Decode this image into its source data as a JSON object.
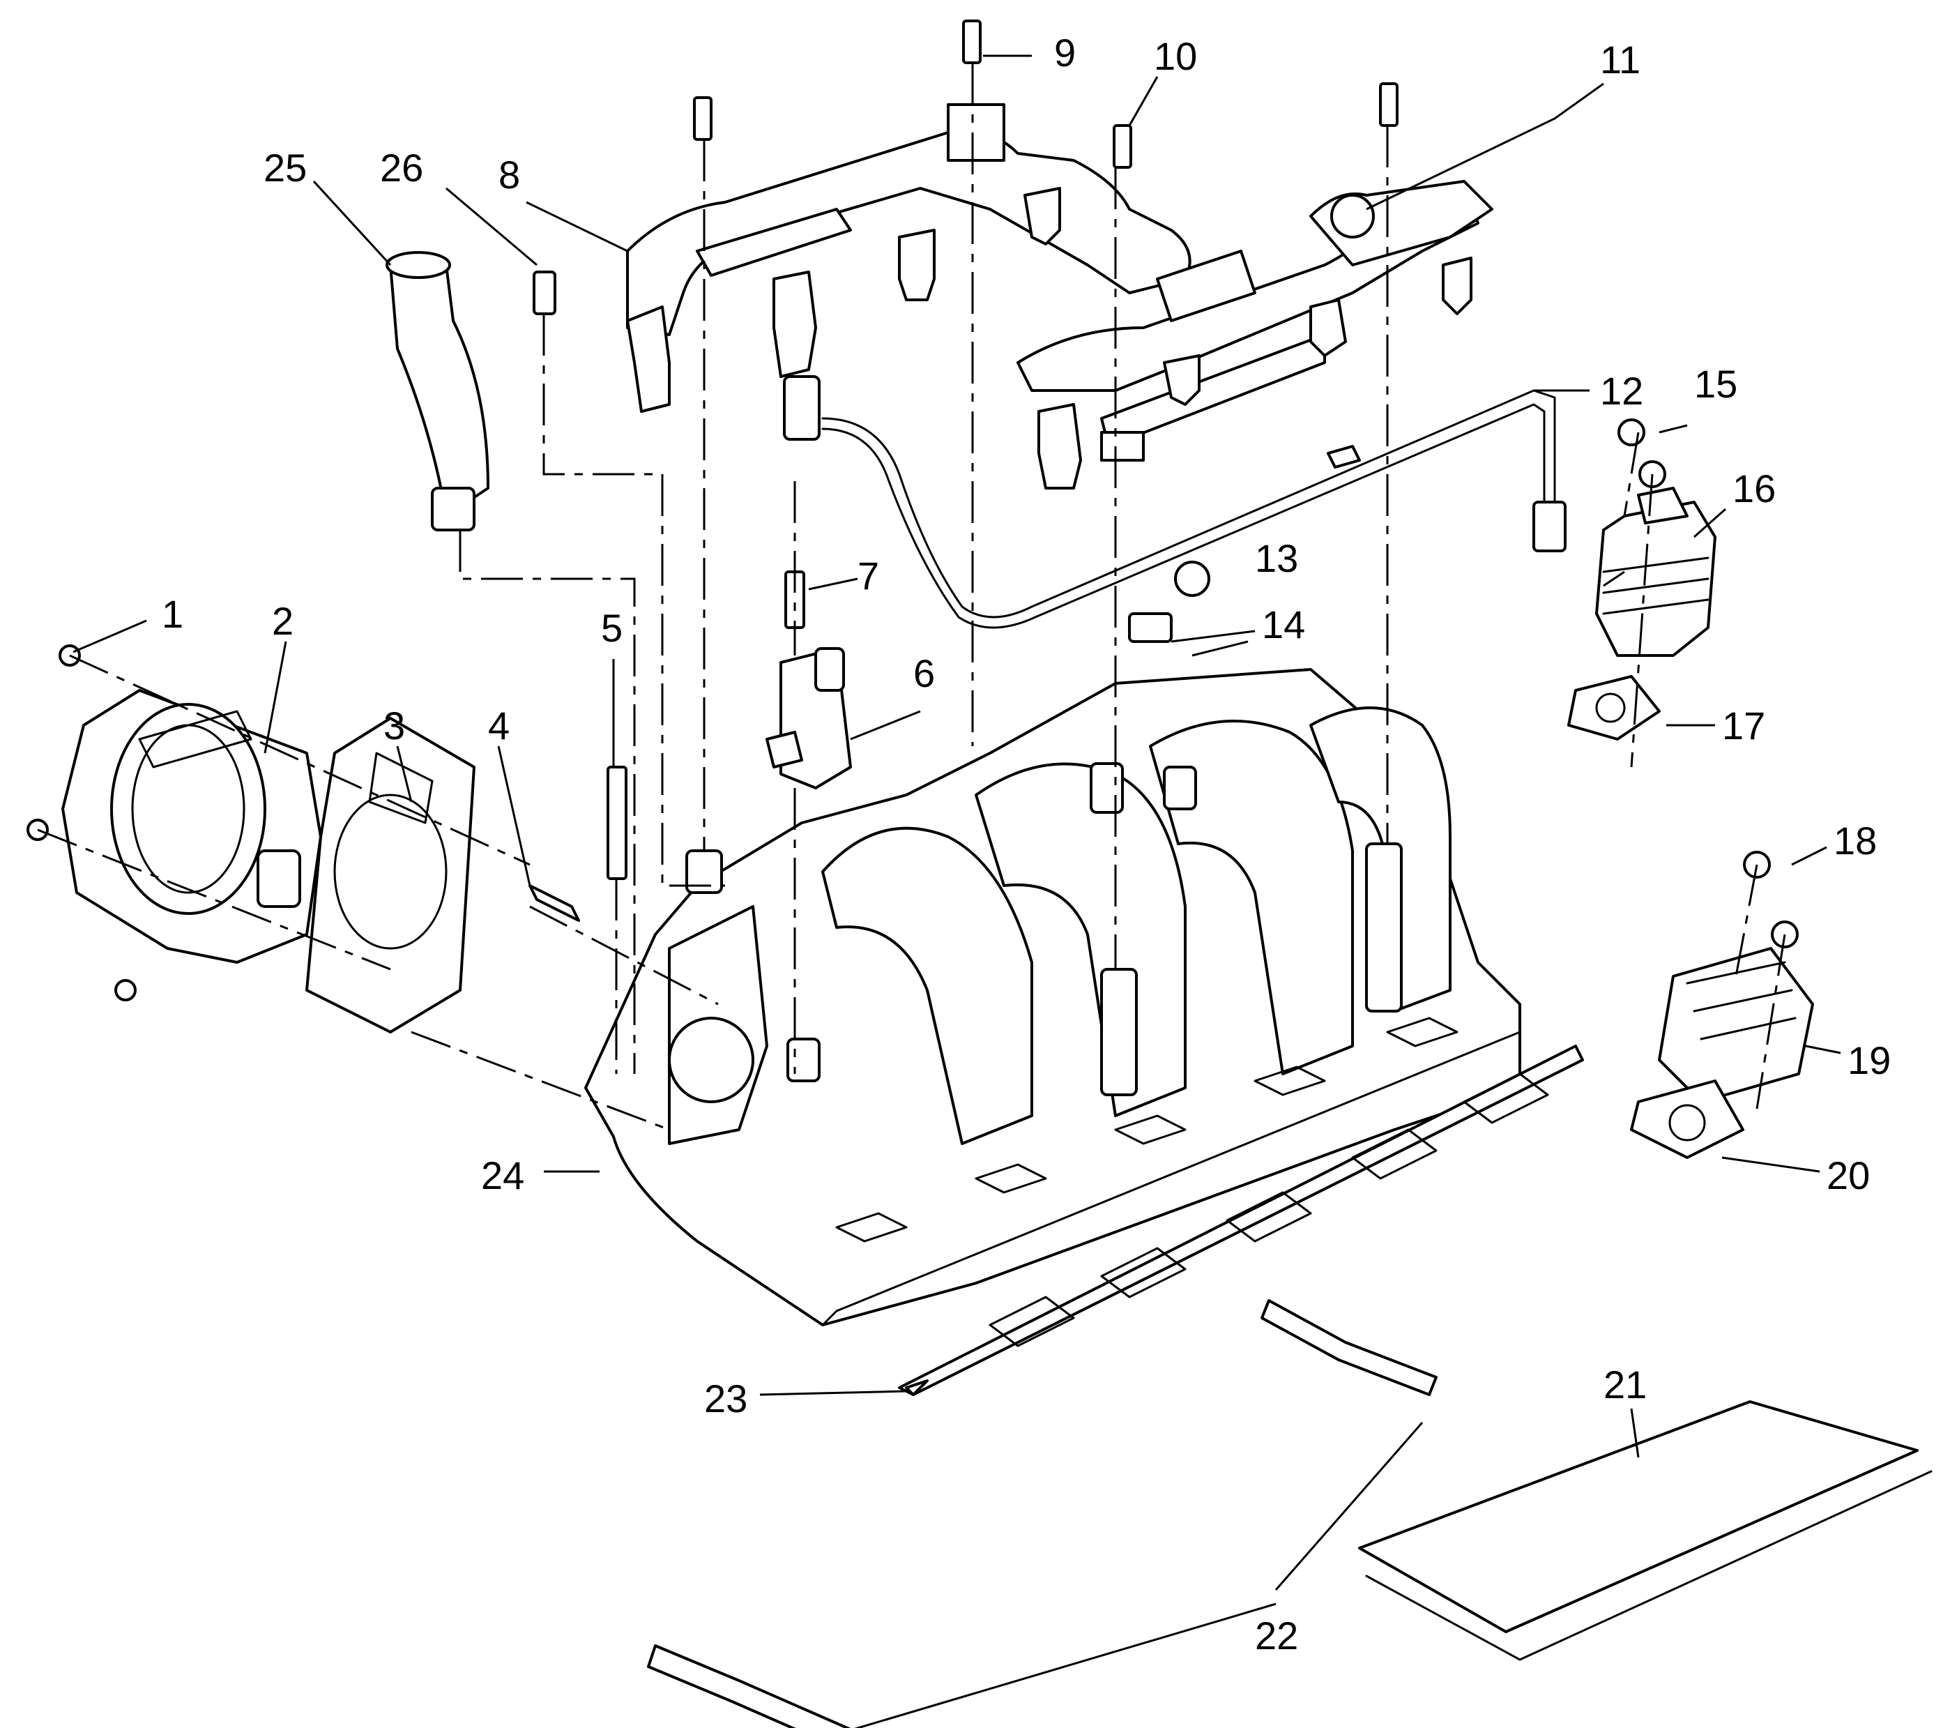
{
  "callouts": [
    {
      "id": "1",
      "text": "1"
    },
    {
      "id": "2",
      "text": "2"
    },
    {
      "id": "3",
      "text": "3"
    },
    {
      "id": "4",
      "text": "4"
    },
    {
      "id": "5",
      "text": "5"
    },
    {
      "id": "6",
      "text": "6"
    },
    {
      "id": "7",
      "text": "7"
    },
    {
      "id": "8",
      "text": "8"
    },
    {
      "id": "9",
      "text": "9"
    },
    {
      "id": "10",
      "text": "10"
    },
    {
      "id": "11",
      "text": "11"
    },
    {
      "id": "12",
      "text": "12"
    },
    {
      "id": "13",
      "text": "13"
    },
    {
      "id": "14",
      "text": "14"
    },
    {
      "id": "15",
      "text": "15"
    },
    {
      "id": "16",
      "text": "16"
    },
    {
      "id": "17",
      "text": "17"
    },
    {
      "id": "18",
      "text": "18"
    },
    {
      "id": "19",
      "text": "19"
    },
    {
      "id": "20",
      "text": "20"
    },
    {
      "id": "21",
      "text": "21"
    },
    {
      "id": "22",
      "text": "22"
    },
    {
      "id": "23",
      "text": "23"
    },
    {
      "id": "24",
      "text": "24"
    },
    {
      "id": "25",
      "text": "25"
    },
    {
      "id": "26",
      "text": "26"
    }
  ],
  "colors": {
    "line": "#000000",
    "background": "#ffffff"
  }
}
